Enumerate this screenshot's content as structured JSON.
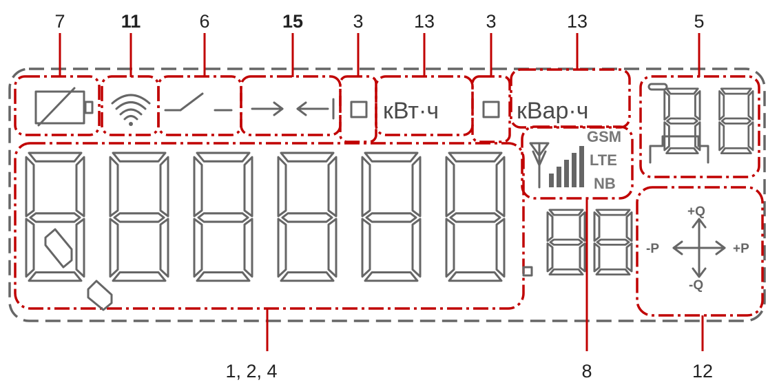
{
  "callouts": {
    "battery": "7",
    "wifi": "11",
    "relay": "6",
    "direction": "15",
    "kwh_marker": "3",
    "kwh_unit": "13",
    "kvarh_marker": "3",
    "kvarh_unit": "13",
    "small_digits": "5",
    "main_digits": "1, 2, 4",
    "network": "8",
    "quadrant": "12"
  },
  "units": {
    "kwh": "кВт·ч",
    "kvarh": "кВар·ч"
  },
  "network": {
    "gsm": "GSM",
    "lte": "LTE",
    "nb": "NB"
  },
  "quadrant": {
    "plus_q": "+Q",
    "minus_p": "-P",
    "plus_p": "+P",
    "minus_q": "-Q"
  },
  "colors": {
    "highlight_border": "#c00000",
    "segment_gray": "#666666"
  }
}
